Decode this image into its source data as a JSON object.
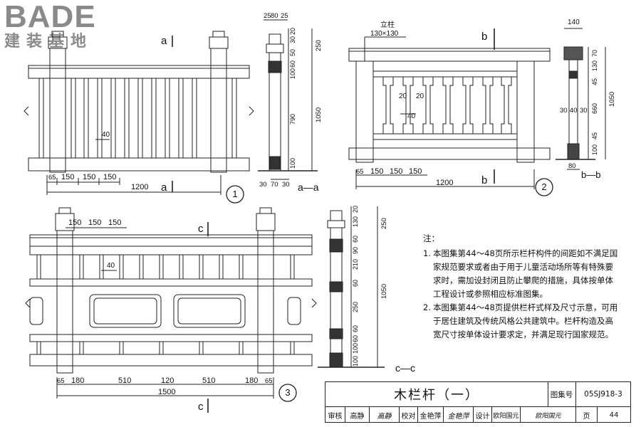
{
  "logo": {
    "brand": "BADE",
    "subtitle": "建装基地"
  },
  "drawing_title": "木栏杆（一）",
  "atlas_label": "图集号",
  "atlas_no": "05SJ918-3",
  "page_label": "页",
  "page_no": "44",
  "sign_row": [
    {
      "k": "审核",
      "v": "高静"
    },
    {
      "k": "",
      "v": "高静"
    },
    {
      "k": "校对",
      "v": "金艳萍"
    },
    {
      "k": "",
      "v": "金艳萍"
    },
    {
      "k": "设计",
      "v": "欧阳国元"
    },
    {
      "k": "",
      "v": "欧阳国元"
    }
  ],
  "notes": {
    "heading": "注：",
    "items": [
      {
        "num": "1.",
        "text": "本图集第44～48页所示栏杆构件的间距如不满足国家规范要求或者由于用于儿童活动场所等有特殊要求时，需加设封闭且防止攀爬的措施，具体按单体工程设计或参照相应标准图集。"
      },
      {
        "num": "2.",
        "text": "本图集第44～48页提供栏杆式样及尺寸示意，可用于居住建筑及传统风格公共建筑中。栏杆构造及高宽尺寸按单体设计要求定，并满足现行国家规范。"
      }
    ]
  },
  "views": {
    "v1": {
      "num": "1",
      "dims": [
        "65",
        "150",
        "150",
        "150"
      ],
      "total": "1200",
      "gap": "40",
      "sec_top": "a",
      "sec_bot": "a"
    },
    "sa": {
      "label": "a—a",
      "top": [
        "25",
        "80",
        "25"
      ],
      "vert": [
        "20",
        "30",
        "50",
        "60",
        "100",
        "790",
        "100"
      ],
      "total": "1050",
      "extra": "250",
      "bot": [
        "30",
        "70",
        "30"
      ]
    },
    "v2": {
      "num": "2",
      "post": "立柱",
      "post_size": "130×130",
      "dims": [
        "65",
        "150",
        "150",
        "150"
      ],
      "total": "1200",
      "gap1": "20",
      "gap2": "20",
      "gap3": "40",
      "sec_top": "b",
      "sec_bot": "b"
    },
    "sb": {
      "label": "b—b",
      "top": "140",
      "vert": [
        "70",
        "130",
        "45",
        "660",
        "45",
        "100"
      ],
      "total": "1050",
      "mid": [
        "30",
        "40",
        "30"
      ],
      "bot": "80"
    },
    "v3": {
      "num": "3",
      "dims": [
        "65",
        "180",
        "510",
        "120",
        "510",
        "180",
        "65"
      ],
      "total": "1500",
      "topdims": [
        "150",
        "150",
        "150"
      ],
      "gap": "40",
      "sec_top": "c",
      "sec_bot": "c"
    },
    "sc": {
      "label": "c—c",
      "vert": [
        "20",
        "130",
        "60",
        "90",
        "210",
        "60",
        "250",
        "60",
        "60",
        "100",
        "100"
      ],
      "total": "1050",
      "extra": "250"
    }
  }
}
